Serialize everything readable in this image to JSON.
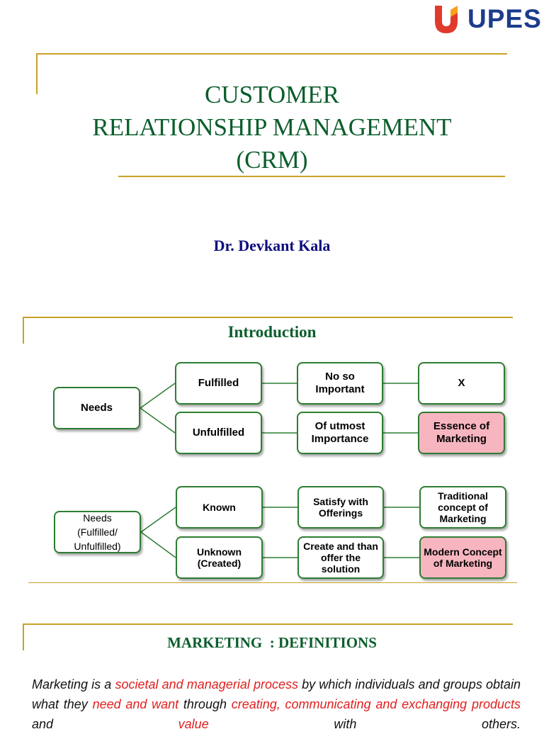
{
  "logo": {
    "text": "UPES",
    "colors": {
      "red": "#e03a2c",
      "blue": "#1c3c8c"
    }
  },
  "cover": {
    "title_lines": [
      "CUSTOMER",
      "RELATIONSHIP MANAGEMENT",
      "(CRM)"
    ],
    "author": "Dr. Devkant Kala"
  },
  "intro": {
    "heading": "Introduction",
    "diagram1": {
      "root": "Needs",
      "rows": [
        {
          "branch": "Fulfilled",
          "middle": "No so Important",
          "result": "X",
          "highlight": false
        },
        {
          "branch": "Unfulfilled",
          "middle": "Of utmost Importance",
          "result": "Essence of Marketing",
          "highlight": true
        }
      ]
    },
    "diagram2": {
      "root": "Needs (Fulfilled/ Unfulfilled)",
      "rows": [
        {
          "branch": "Known",
          "middle": "Satisfy with Offerings",
          "result": "Traditional concept of Marketing",
          "highlight": false
        },
        {
          "branch": "Unknown (Created)",
          "middle": "Create and than offer the solution",
          "result": "Modern Concept of Marketing",
          "highlight": true
        }
      ]
    }
  },
  "definitions": {
    "heading": "MARKETING  : DEFINITIONS",
    "paragraph": {
      "s1": "Marketing is a ",
      "s2": "societal and managerial process",
      "s3": " by which individuals and groups obtain what they ",
      "s4": "need and want",
      "s5": " through ",
      "s6": "creating, communicating and exchanging products",
      "s7": " and ",
      "s8": "value",
      "s9": " with others."
    }
  },
  "colors": {
    "accent_gold": "#c9a227",
    "title_green": "#0b5e2c",
    "author_blue": "#0d0d80",
    "box_border": "#2e7d32",
    "highlight_pink": "#f7b5c0",
    "emphasis_red": "#e02020"
  }
}
